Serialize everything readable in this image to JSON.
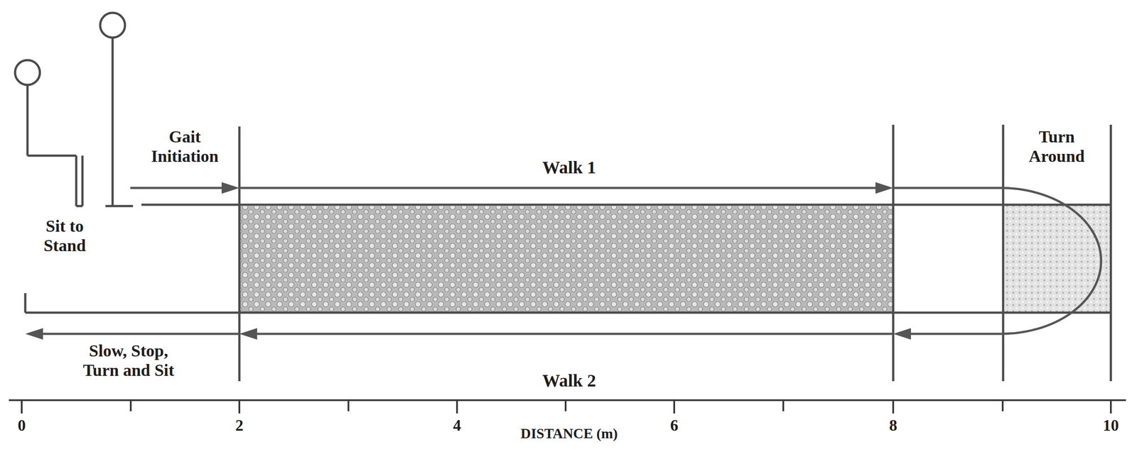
{
  "diagram": {
    "labels": [
      "Gait Initiation",
      "Walk 1",
      "Turn Around",
      "Sit to Stand",
      "Slow, Stop, Turn and Sit",
      "Walk 2",
      "0",
      "2",
      "4",
      "6",
      "8",
      "10",
      "DISTANCE (m)"
    ]
  }
}
